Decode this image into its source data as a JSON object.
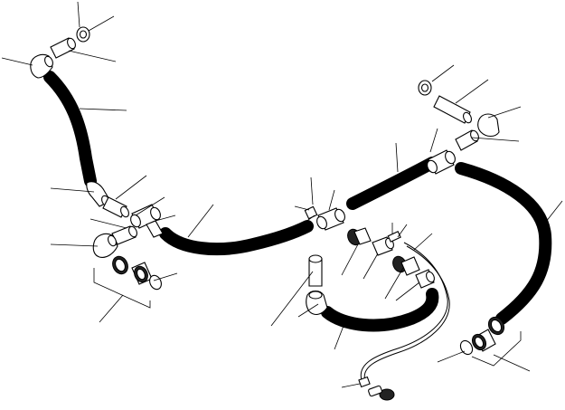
{
  "drawing": {
    "background_color": "#ffffff",
    "line_color": "#000000",
    "hoses": [
      {
        "id": "hose-left-vertical"
      },
      {
        "id": "hose-lower-middle"
      },
      {
        "id": "hose-center-diagonal"
      },
      {
        "id": "hose-right-arc"
      },
      {
        "id": "hose-bottom-middle"
      }
    ],
    "elbows": 7,
    "straight-tubes": 8,
    "tees": 3,
    "clamps-and-nuts": 6,
    "cable": {
      "id": "sensor-cable"
    },
    "leader-lines": 34
  }
}
